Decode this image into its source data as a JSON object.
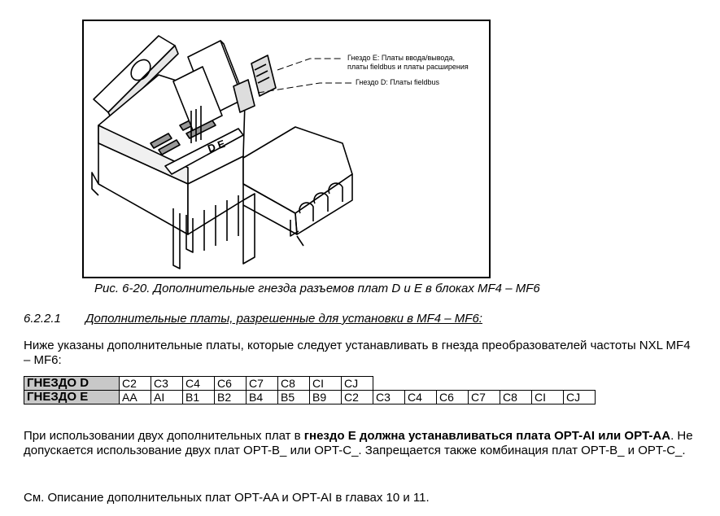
{
  "figure": {
    "label_slot_e_line1": "Гнездо Е: Платы ввода/вывода,",
    "label_slot_e_line2": "платы fieldbus и платы расширения",
    "label_slot_d": "Гнездо D: Платы fieldbus",
    "slot_marks": "D E"
  },
  "caption": "Рис. 6-20. Дополнительные гнезда разъемов плат D и E в блоках MF4 – MF6",
  "section": {
    "number": "6.2.2.1",
    "title": "Дополнительные платы, разрешенные для установки в MF4 – MF6:"
  },
  "intro": "Ниже указаны дополнительные платы, которые следует устанавливать в гнезда преобразователей частоты NXL MF4 – MF6:",
  "table": {
    "row_d": {
      "label": "ГНЕЗДО D",
      "cells": [
        "C2",
        "C3",
        "C4",
        "C6",
        "C7",
        "C8",
        "CI",
        "CJ"
      ]
    },
    "row_e": {
      "label": "ГНЕЗДО E",
      "cells": [
        "AA",
        "AI",
        "B1",
        "B2",
        "B4",
        "B5",
        "B9",
        "C2",
        "C3",
        "C4",
        "C6",
        "C7",
        "C8",
        "CI",
        "CJ"
      ]
    }
  },
  "para1": {
    "part1": "При использовании двух дополнительных плат в ",
    "bold": "гнездо E должна устанавливаться плата OPT-AI или OPT-AA",
    "part2": ". Не допускается использование двух плат OPT-B_ или OPT-C_. Запрещается также комбинация плат OPT-B_ и OPT-C_."
  },
  "para2": "См. Описание дополнительных плат OPT-AA и OPT-AI в главах 10 и 11."
}
